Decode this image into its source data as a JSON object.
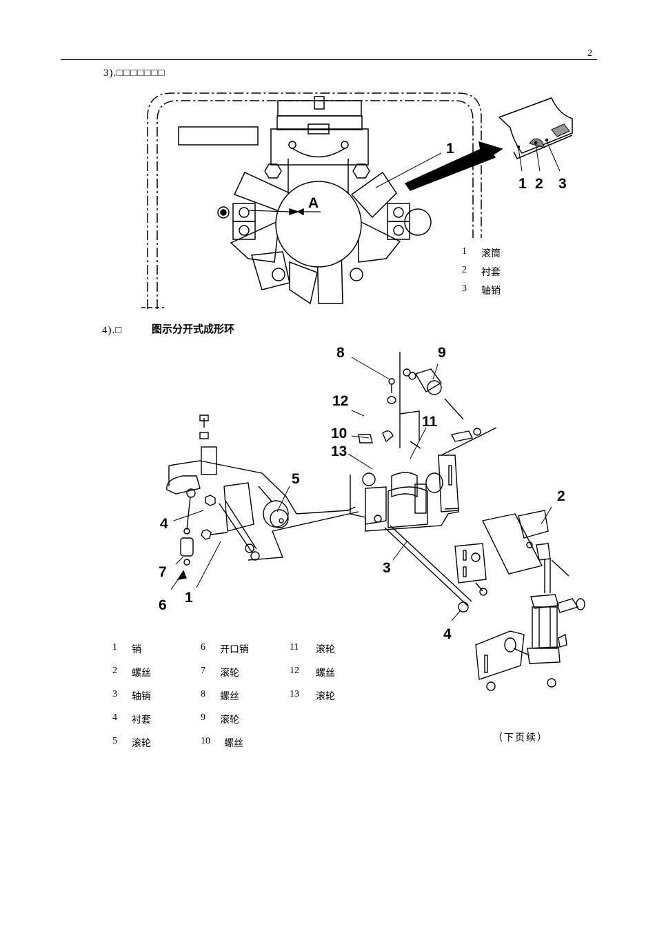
{
  "header": {
    "page_number": "2"
  },
  "section3": {
    "heading": "3).□□□□□□□",
    "figure": {
      "view_label": "A",
      "main_callout": "1",
      "detail_callouts": [
        "1",
        "2",
        "3"
      ],
      "legend": [
        {
          "num": "1",
          "text": "滚筒"
        },
        {
          "num": "2",
          "text": "衬套"
        },
        {
          "num": "3",
          "text": "轴销"
        }
      ]
    }
  },
  "section4": {
    "heading": "4).□",
    "caption": "图示分开式成形环",
    "callouts": [
      "1",
      "2",
      "3",
      "4",
      "4",
      "5",
      "6",
      "7",
      "8",
      "9",
      "10",
      "11",
      "12",
      "13"
    ],
    "legend_columns": [
      [
        {
          "num": "1",
          "text": "销"
        },
        {
          "num": "2",
          "text": "螺丝"
        },
        {
          "num": "3",
          "text": "轴销"
        },
        {
          "num": "4",
          "text": "衬套"
        },
        {
          "num": "5",
          "text": "滚轮"
        }
      ],
      [
        {
          "num": "6",
          "text": "开口销"
        },
        {
          "num": "7",
          "text": "滚轮"
        },
        {
          "num": "8",
          "text": "螺丝"
        },
        {
          "num": "9",
          "text": "滚轮"
        },
        {
          "num": "10",
          "text": "螺丝"
        }
      ],
      [
        {
          "num": "11",
          "text": "滚轮"
        },
        {
          "num": "12",
          "text": "螺丝"
        },
        {
          "num": "13",
          "text": "滚轮"
        }
      ]
    ],
    "continued_note": "（下页续）"
  }
}
